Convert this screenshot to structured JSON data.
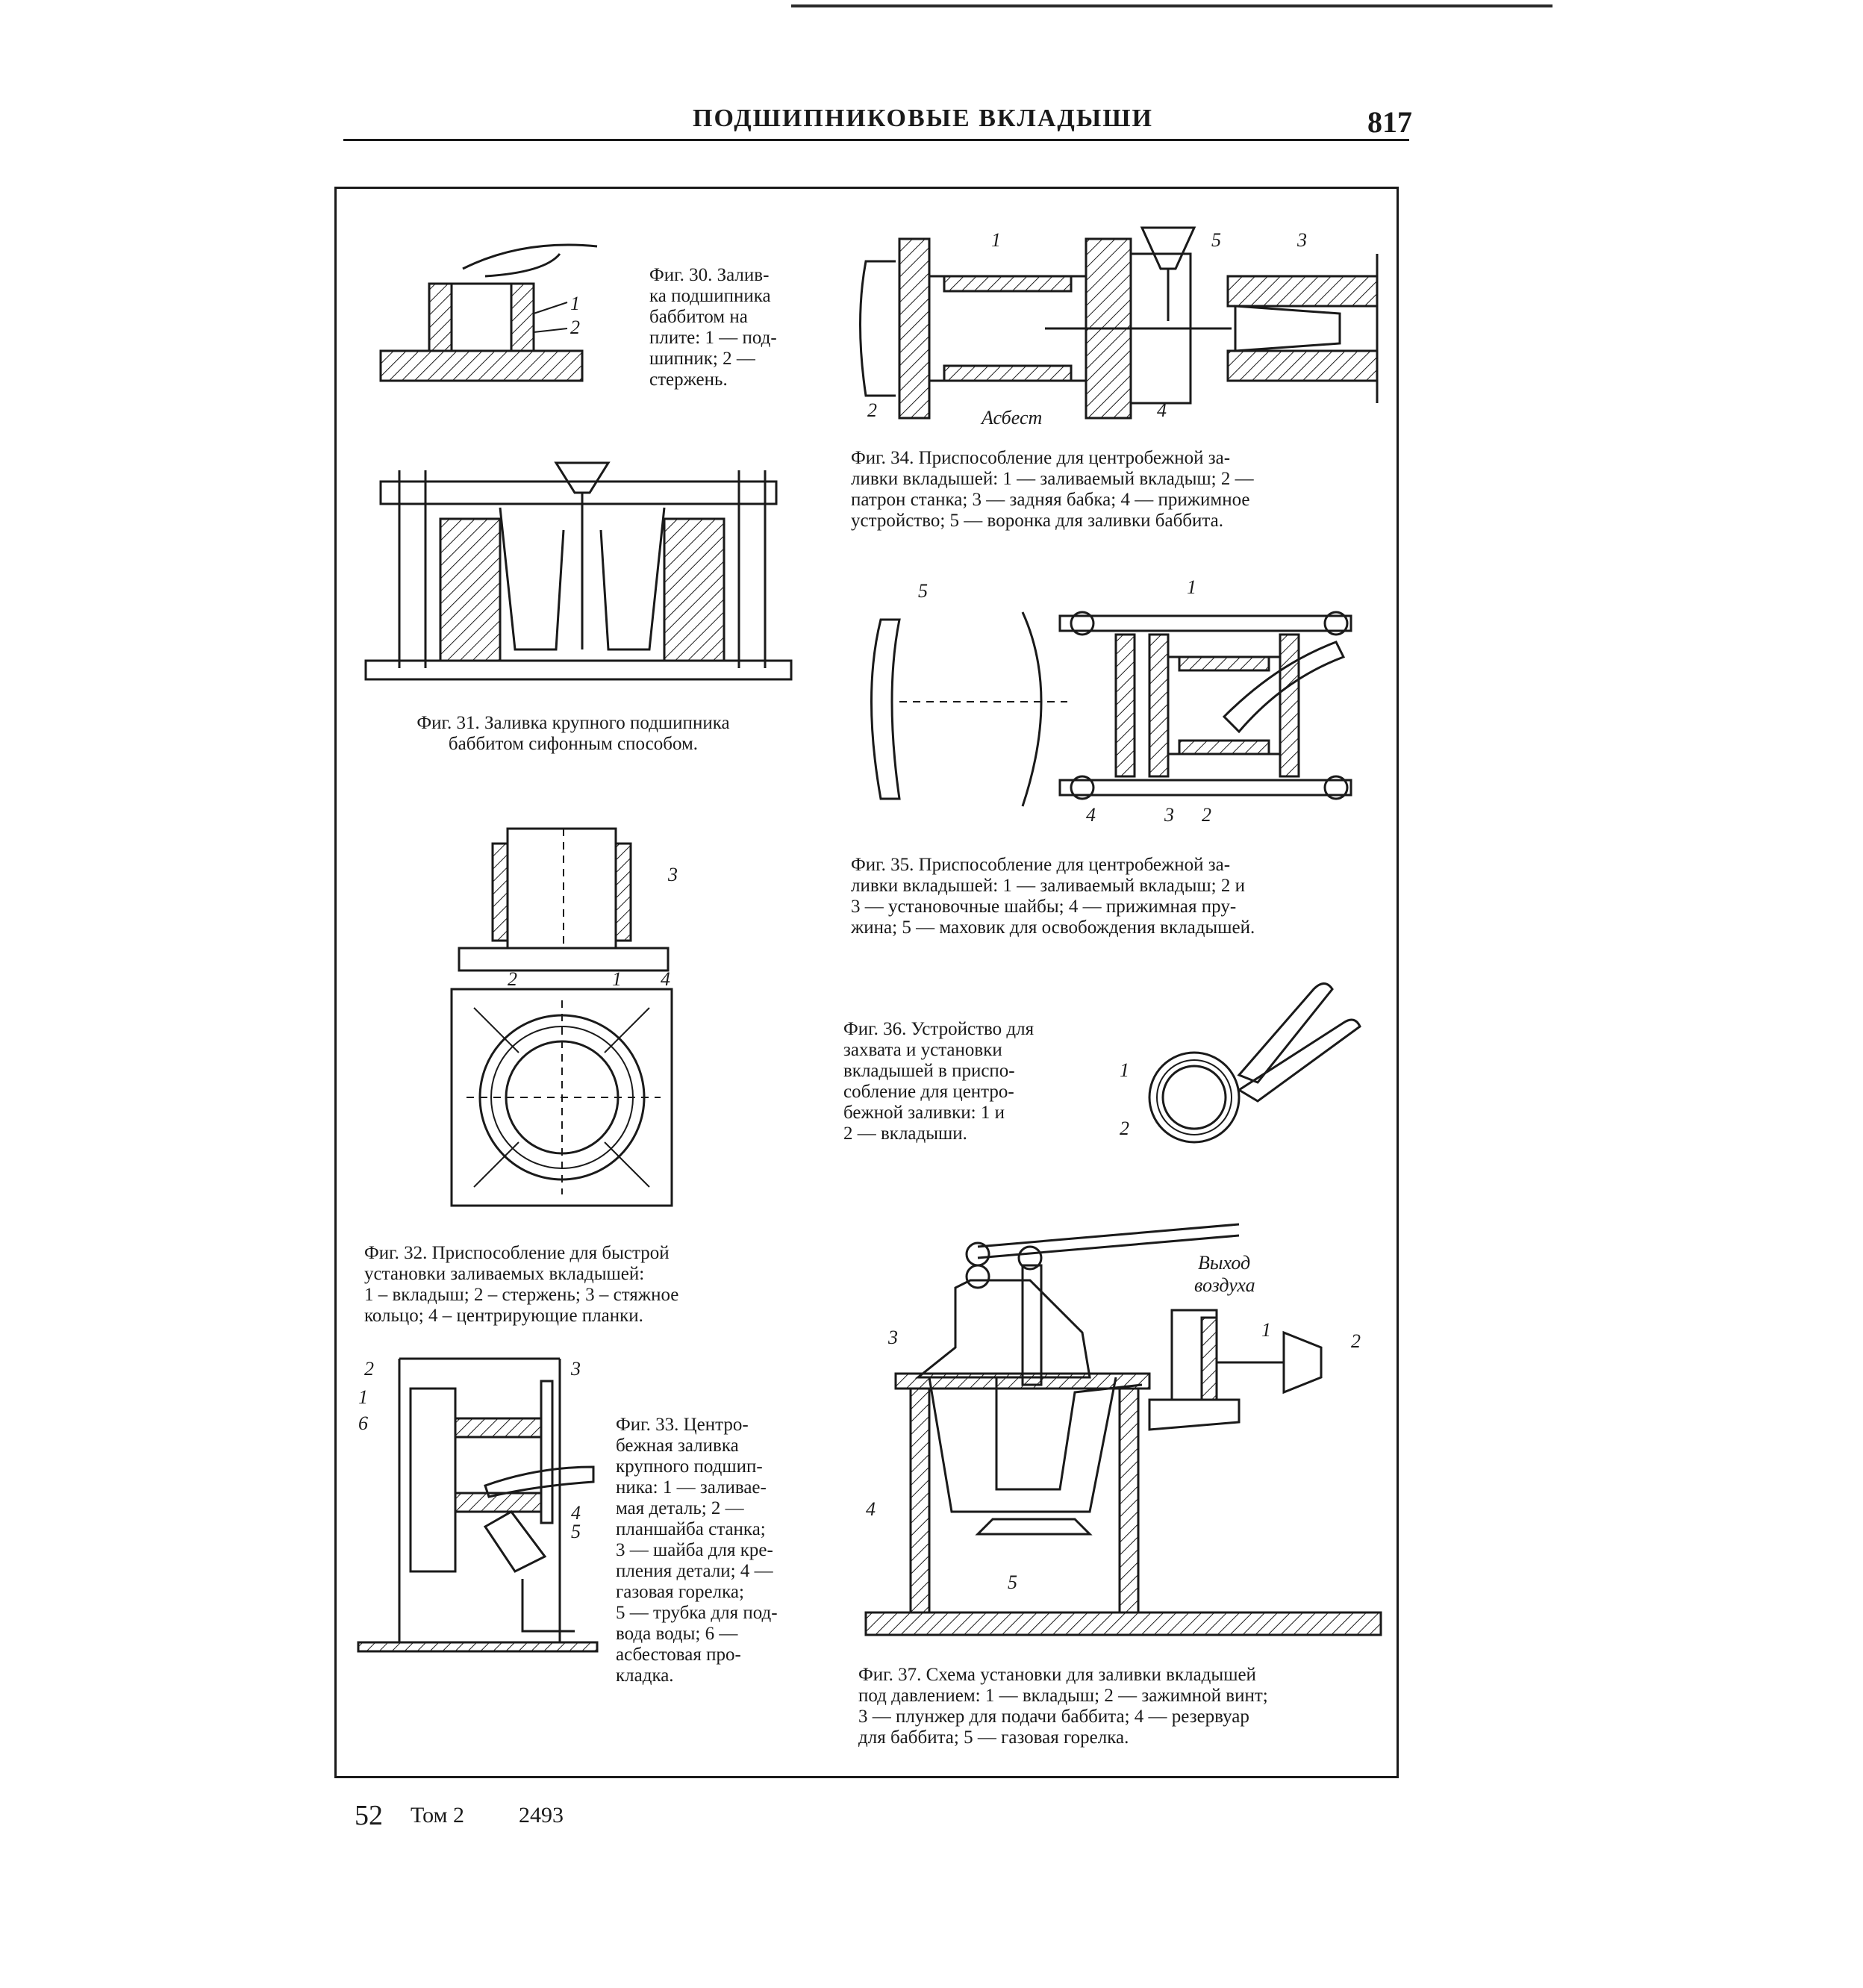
{
  "header": {
    "title": "ПОДШИПНИКОВЫЕ ВКЛАДЫШИ",
    "page_number": "817"
  },
  "figures": {
    "fig30": {
      "caption_lines": [
        "Фиг. 30. Залив-",
        "ка подшипника",
        "баббитом на",
        "плите: 1 — под-",
        "шипник; 2 —",
        "стержень."
      ],
      "labels": [
        "1",
        "2"
      ]
    },
    "fig31": {
      "caption_lines": [
        "Фиг. 31. Заливка крупного подшипника",
        "баббитом сифонным способом."
      ]
    },
    "fig32": {
      "caption_lines": [
        "Фиг. 32. Приспособление для быстрой",
        "установки заливаемых вкладышей:",
        "1 – вкладыш; 2 – стержень; 3 – стяжное",
        "кольцо; 4 – центрирующие планки."
      ],
      "labels": [
        "3",
        "2",
        "1",
        "4"
      ]
    },
    "fig33": {
      "caption_lines": [
        "Фиг. 33. Центро-",
        "бежная заливка",
        "крупного подшип-",
        "ника: 1 — заливае-",
        "мая деталь; 2 —",
        "планшайба станка;",
        "3 — шайба для кре-",
        "пления детали; 4 —",
        "газовая горелка;",
        "5 — трубка для под-",
        "вода воды; 6 —",
        "асбестовая про-",
        "кладка."
      ],
      "labels": [
        "2",
        "1",
        "6",
        "3",
        "4",
        "5"
      ]
    },
    "fig34": {
      "caption_lines": [
        "Фиг. 34. Приспособление для центробежной за-",
        "ливки вкладышей: 1 — заливаемый вкладыш; 2 —",
        "патрон станка; 3 — задняя бабка; 4 — прижимное",
        "устройство; 5 — воронка для заливки баббита."
      ],
      "labels": [
        "1",
        "5",
        "3",
        "2",
        "4"
      ],
      "asbestos_label": "Асбест"
    },
    "fig35": {
      "caption_lines": [
        "Фиг. 35. Приспособление для центробежной за-",
        "ливки вкладышей: 1 — заливаемый вкладыш; 2 и",
        "3 — установочные шайбы; 4 — прижимная пру-",
        "жина; 5 — маховик для освобождения вкладышей."
      ],
      "labels": [
        "5",
        "1",
        "4",
        "3",
        "2"
      ]
    },
    "fig36": {
      "caption_lines": [
        "Фиг. 36. Устройство для",
        "захвата и установки",
        "вкладышей в приспо-",
        "собление для центро-",
        "бежной заливки: 1 и",
        "2 — вкладыши."
      ],
      "labels": [
        "1",
        "2"
      ]
    },
    "fig37": {
      "caption_lines": [
        "Фиг. 37. Схема установки для заливки вкладышей",
        "под давлением: 1 — вкладыш; 2 — зажимной винт;",
        "3 — плунжер для подачи баббита; 4 — резервуар",
        "для баббита; 5 — газовая горелка."
      ],
      "labels": [
        "1",
        "2",
        "3",
        "4",
        "5"
      ],
      "air_exit_line1": "Выход",
      "air_exit_line2": "воздуха"
    }
  },
  "footer": {
    "sheet": "52",
    "volume": "Том 2",
    "order": "2493"
  }
}
